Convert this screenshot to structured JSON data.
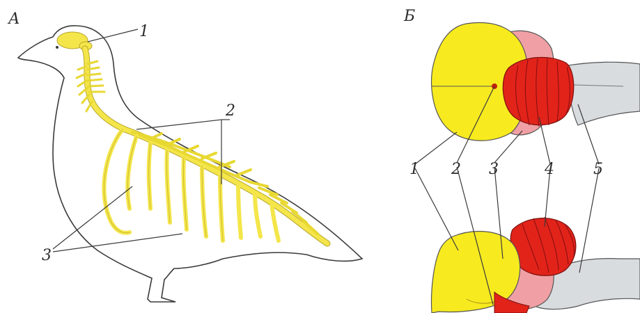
{
  "panel_a": {
    "title": "А",
    "labels": {
      "one": "1",
      "two": "2",
      "three": "3"
    }
  },
  "panel_b": {
    "title": "Б",
    "labels": {
      "one": "1",
      "two": "2",
      "three": "3",
      "four": "4",
      "five": "5"
    }
  },
  "colors": {
    "nervous_system": "#f4e64a",
    "cerebrum": "#f7ea1f",
    "midbrain_pink": "#f0a0a4",
    "cerebellum_red": "#e2231a",
    "medulla_grey": "#d8dcdf",
    "outline": "#3a3a3a"
  }
}
